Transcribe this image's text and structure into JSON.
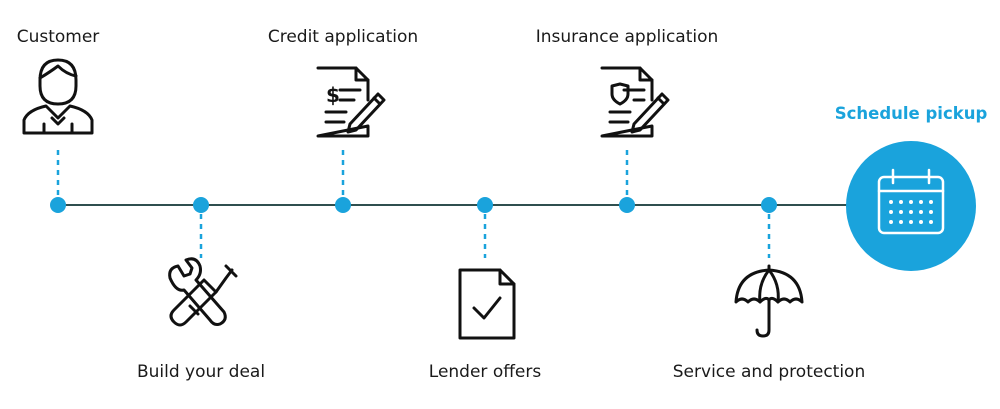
{
  "steps": [
    {
      "label": "Customer",
      "icon": "customer-icon"
    },
    {
      "label": "Build your deal",
      "icon": "tools-icon"
    },
    {
      "label": "Credit application",
      "icon": "credit-document-icon"
    },
    {
      "label": "Lender offers",
      "icon": "checkmark-document-icon"
    },
    {
      "label": "Insurance application",
      "icon": "insurance-document-icon"
    },
    {
      "label": "Service and protection",
      "icon": "umbrella-icon"
    }
  ],
  "final_step": {
    "label": "Schedule pickup",
    "icon": "calendar-icon"
  },
  "colors": {
    "accent": "#1aa3dc",
    "line": "#2f4f4f",
    "icon": "#111111"
  }
}
